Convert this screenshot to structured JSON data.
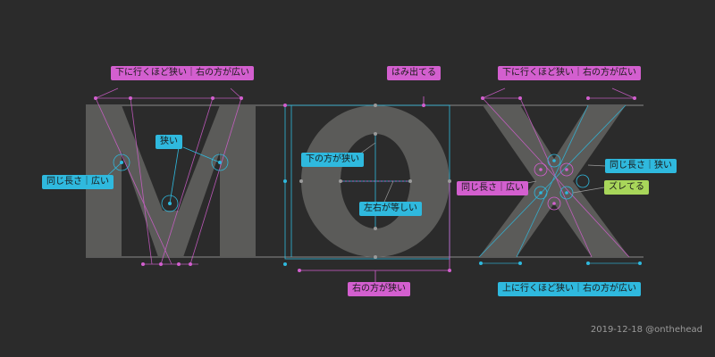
{
  "colors": {
    "background": "#2b2b2b",
    "glyph_fill": "#5b5b59",
    "magenta": "#d35fcf",
    "cyan": "#2fb9de",
    "lime": "#a8d65a",
    "guide": "#8a8a8a"
  },
  "glyphs": [
    "M",
    "O",
    "X"
  ],
  "annotations": {
    "m_top": "下に行くほど狭い｜右の方が広い",
    "m_inner": "狭い",
    "m_left": "同じ長さ｜広い",
    "o_top": "はみ出てる",
    "o_upper": "下の方が狭い",
    "o_middle": "左右が等しい",
    "o_bottom": "右の方が狭い",
    "x_top": "下に行くほど狭い｜右の方が広い",
    "x_right": "同じ長さ｜狭い",
    "x_center": "同じ長さ｜広い",
    "x_offset": "ズレてる",
    "x_bottom": "上に行くほど狭い｜右の方が広い"
  },
  "credit": "2019-12-18 @onthehead"
}
